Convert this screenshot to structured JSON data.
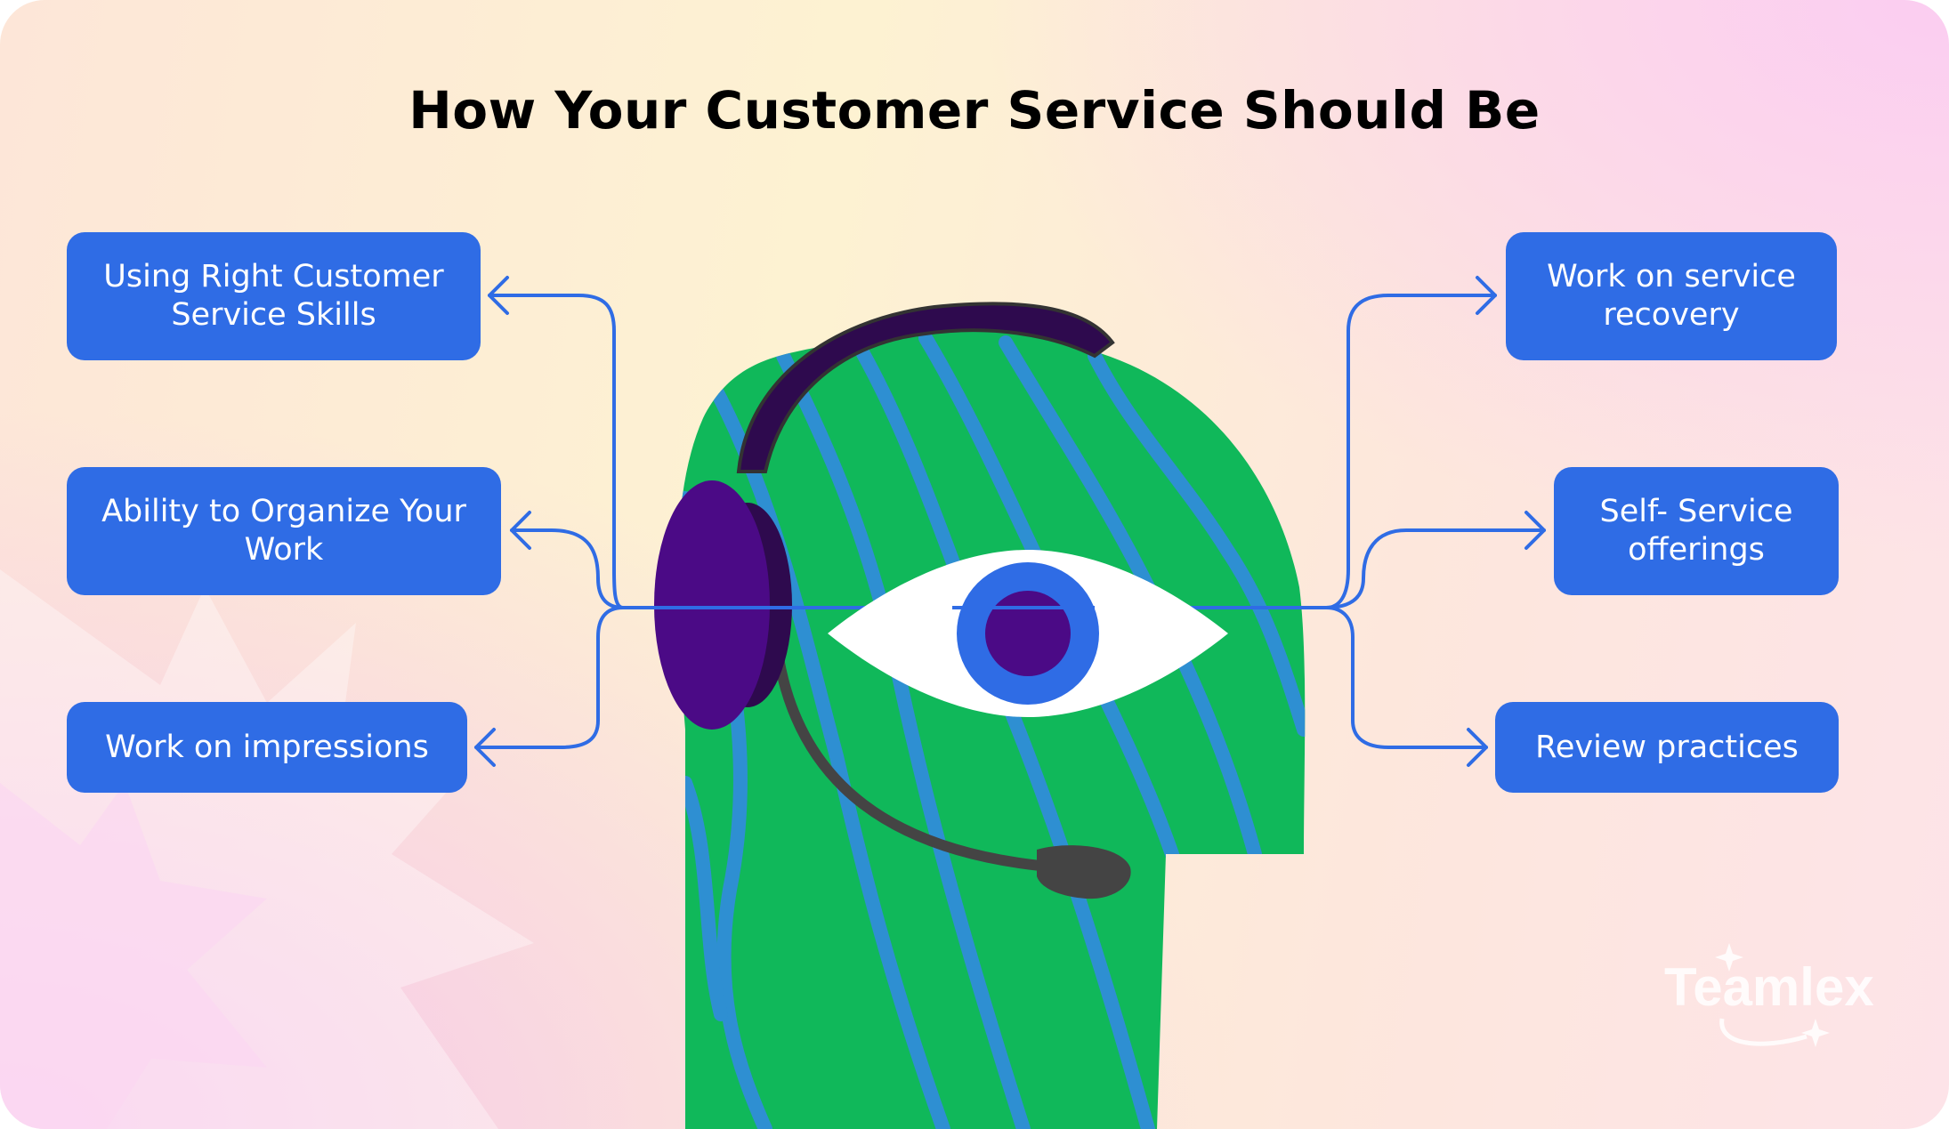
{
  "title": "How Your Customer Service Should Be",
  "left_items": [
    {
      "label": "Using Right Customer Service Skills"
    },
    {
      "label": "Ability to Organize Your Work"
    },
    {
      "label": "Work on impressions"
    }
  ],
  "right_items": [
    {
      "label": "Work on service recovery"
    },
    {
      "label": "Self- Service offerings"
    },
    {
      "label": "Review practices"
    }
  ],
  "logo_text": "Teamlex",
  "colors": {
    "box_blue": "#2f6ce5",
    "head_green": "#10b85a",
    "stripe_blue": "#2e8fd2",
    "headset_purple": "#4b0a86",
    "eye_iris": "#2f6ce5",
    "eye_pupil": "#4b0a86"
  },
  "icons": [
    "headset-icon",
    "eye-icon",
    "arrow-icon"
  ]
}
